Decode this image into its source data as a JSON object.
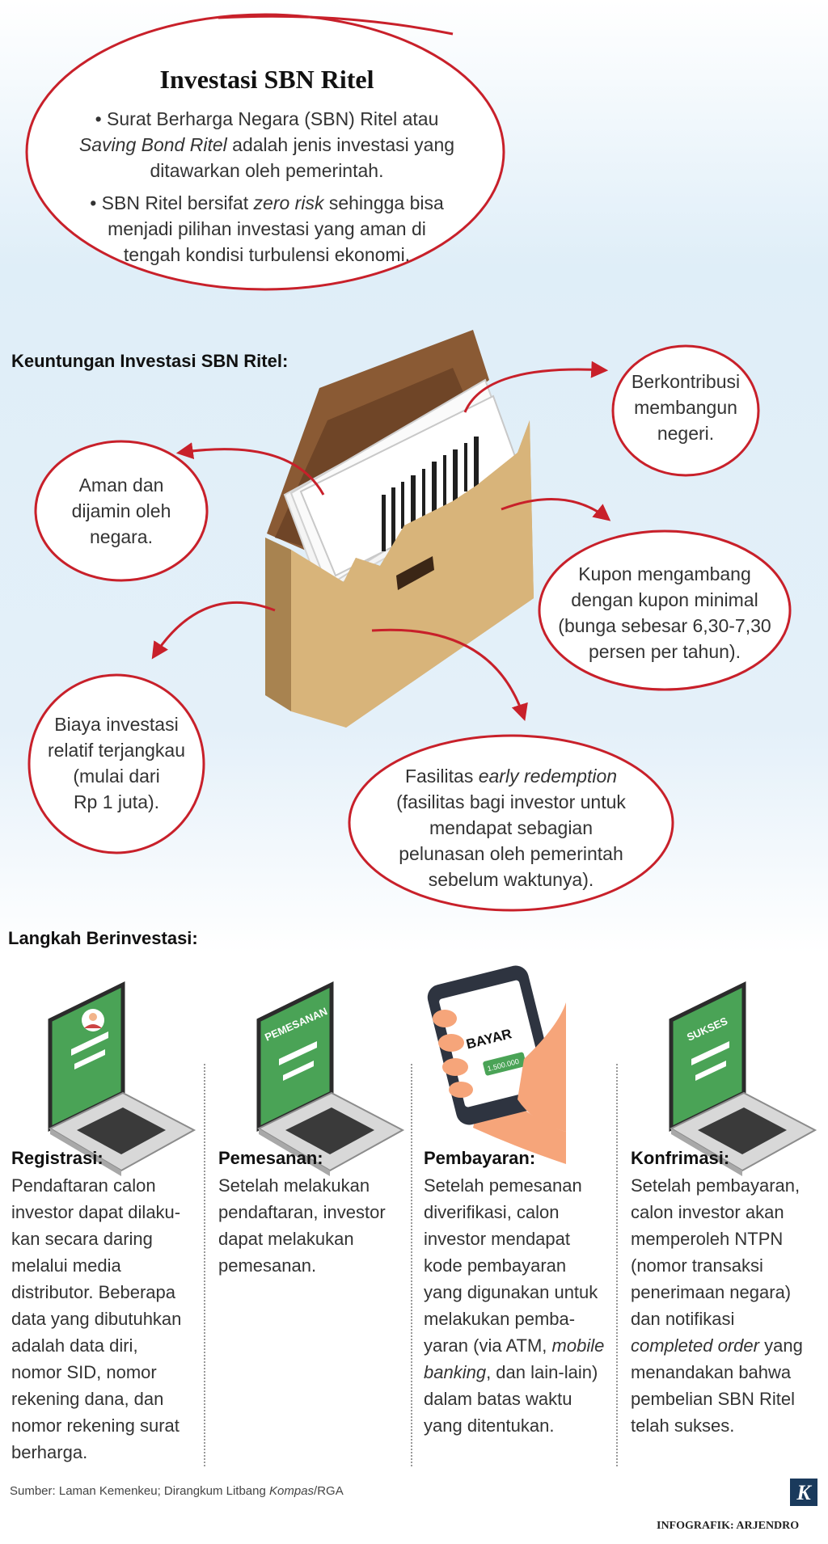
{
  "header": {
    "title": "Investasi SBN Ritel",
    "bullet1_a": "Surat Berharga Negara (SBN) Ritel atau",
    "bullet1_b_italic": "Saving Bond Ritel",
    "bullet1_c": " adalah jenis investasi yang",
    "bullet1_d": "ditawarkan oleh pemerintah.",
    "bullet2_a": "SBN Ritel bersifat ",
    "bullet2_b_italic": "zero risk",
    "bullet2_c": " sehingga bisa",
    "bullet2_d": "menjadi pilihan investasi yang aman di",
    "bullet2_e": "tengah kondisi turbulensi ekonomi."
  },
  "benefits": {
    "heading": "Keuntungan Investasi SBN Ritel:",
    "b1": [
      "Berkontribusi",
      "membangun",
      "negeri."
    ],
    "b2": [
      "Aman dan",
      "dijamin oleh",
      "negara."
    ],
    "b3": [
      "Kupon mengambang",
      "dengan kupon minimal",
      "(bunga sebesar 6,30-7,30",
      "persen per tahun)."
    ],
    "b4": [
      "Biaya investasi",
      "relatif terjangkau",
      "(mulai dari",
      "Rp 1 juta)."
    ],
    "b5_line1_a": "Fasilitas ",
    "b5_line1_b_italic": "early redemption",
    "b5": [
      "(fasilitas bagi investor untuk",
      "mendapat sebagian",
      "pelunasan oleh pemerintah",
      "sebelum waktunya)."
    ]
  },
  "steps": {
    "heading": "Langkah Berinvestasi:",
    "screen_labels": {
      "s2": "PEMESANAN",
      "s3": "BAYAR",
      "s3_amount": "1.500.000",
      "s4": "SUKSES"
    },
    "s1": {
      "title": "Registrasi:",
      "lines": [
        "Pendaftaran calon",
        "investor dapat dilaku-",
        "kan secara daring",
        "melalui media",
        "distributor. Beberapa",
        "data yang dibutuhkan",
        "adalah data diri,",
        "nomor SID, nomor",
        "rekening dana, dan",
        "nomor rekening surat",
        "berharga."
      ]
    },
    "s2": {
      "title": "Pemesanan:",
      "lines": [
        "Setelah melakukan",
        "pendaftaran, investor",
        "dapat melakukan",
        "pemesanan."
      ]
    },
    "s3": {
      "title": "Pembayaran:",
      "lines_a": [
        "Setelah pemesanan",
        "diverifikasi, calon",
        "investor mendapat",
        "kode pembayaran",
        "yang digunakan untuk",
        "melakukan pemba-"
      ],
      "line_b1": "yaran (via ATM, ",
      "line_b1_italic": "mobile",
      "line_b2_italic": "banking",
      "line_b2": ", dan lain-lain)",
      "lines_c": [
        "dalam batas waktu",
        "yang ditentukan."
      ]
    },
    "s4": {
      "title": "Konfrimasi:",
      "lines_a": [
        "Setelah pembayaran,",
        "calon investor akan",
        "memperoleh NTPN",
        "(nomor transaksi",
        "penerimaan negara)",
        "dan notifikasi"
      ],
      "line_b_italic": "completed order",
      "line_b": " yang",
      "lines_c": [
        "menandakan bahwa",
        "pembelian SBN Ritel",
        "telah sukses."
      ]
    }
  },
  "footer": {
    "source_a": "Sumber: Laman Kemenkeu; Dirangkum Litbang ",
    "source_b_italic": "Kompas",
    "source_c": "/RGA",
    "logo_letter": "K",
    "credit": "INFOGRAFIK: ARJENDRO"
  },
  "colors": {
    "oval_red": "#c8202a",
    "folder_front": "#c9a46c",
    "folder_back": "#8a5a34",
    "laptop_screen": "#4aa356",
    "phone_dark": "#2e3440",
    "hand": "#f6a57a"
  }
}
